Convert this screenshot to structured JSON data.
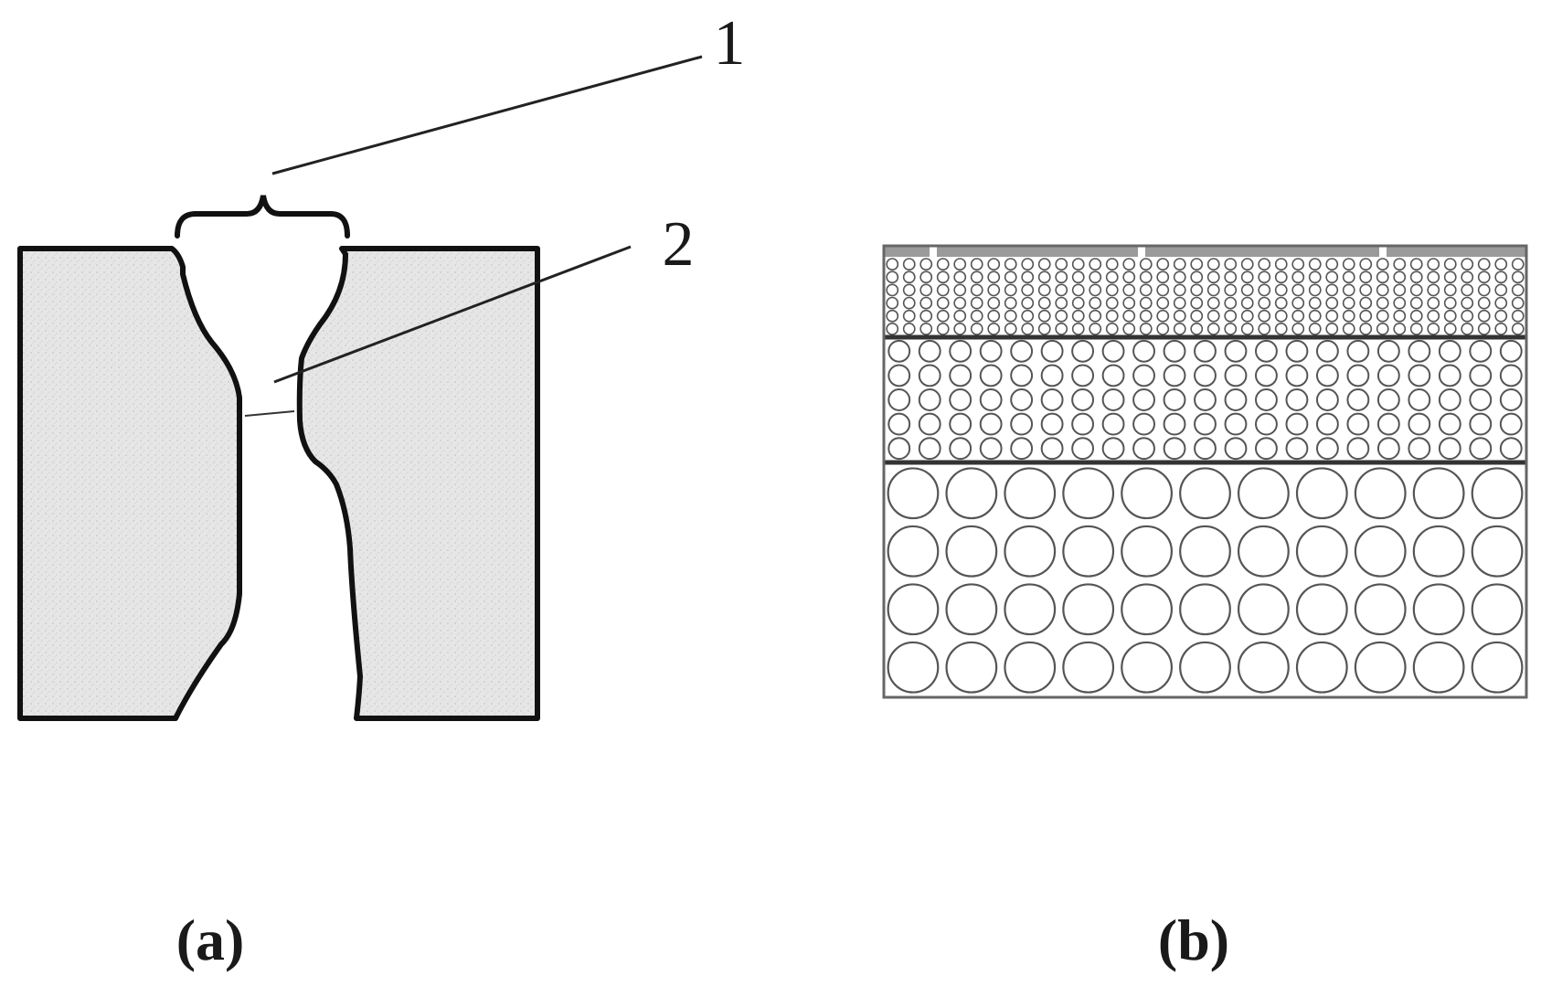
{
  "panel_a": {
    "label_1": "1",
    "label_2": "2",
    "caption": "(a)"
  },
  "panel_b": {
    "caption": "(b)",
    "layers": [
      {
        "name": "top",
        "columns": 38,
        "rows": 6
      },
      {
        "name": "middle",
        "columns": 21,
        "rows": 5
      },
      {
        "name": "bottom",
        "columns": 11,
        "rows": 4
      }
    ]
  },
  "colors": {
    "stroke": "#111111",
    "fill_texture": "#e4e4e4",
    "grid_stroke": "#555555"
  }
}
